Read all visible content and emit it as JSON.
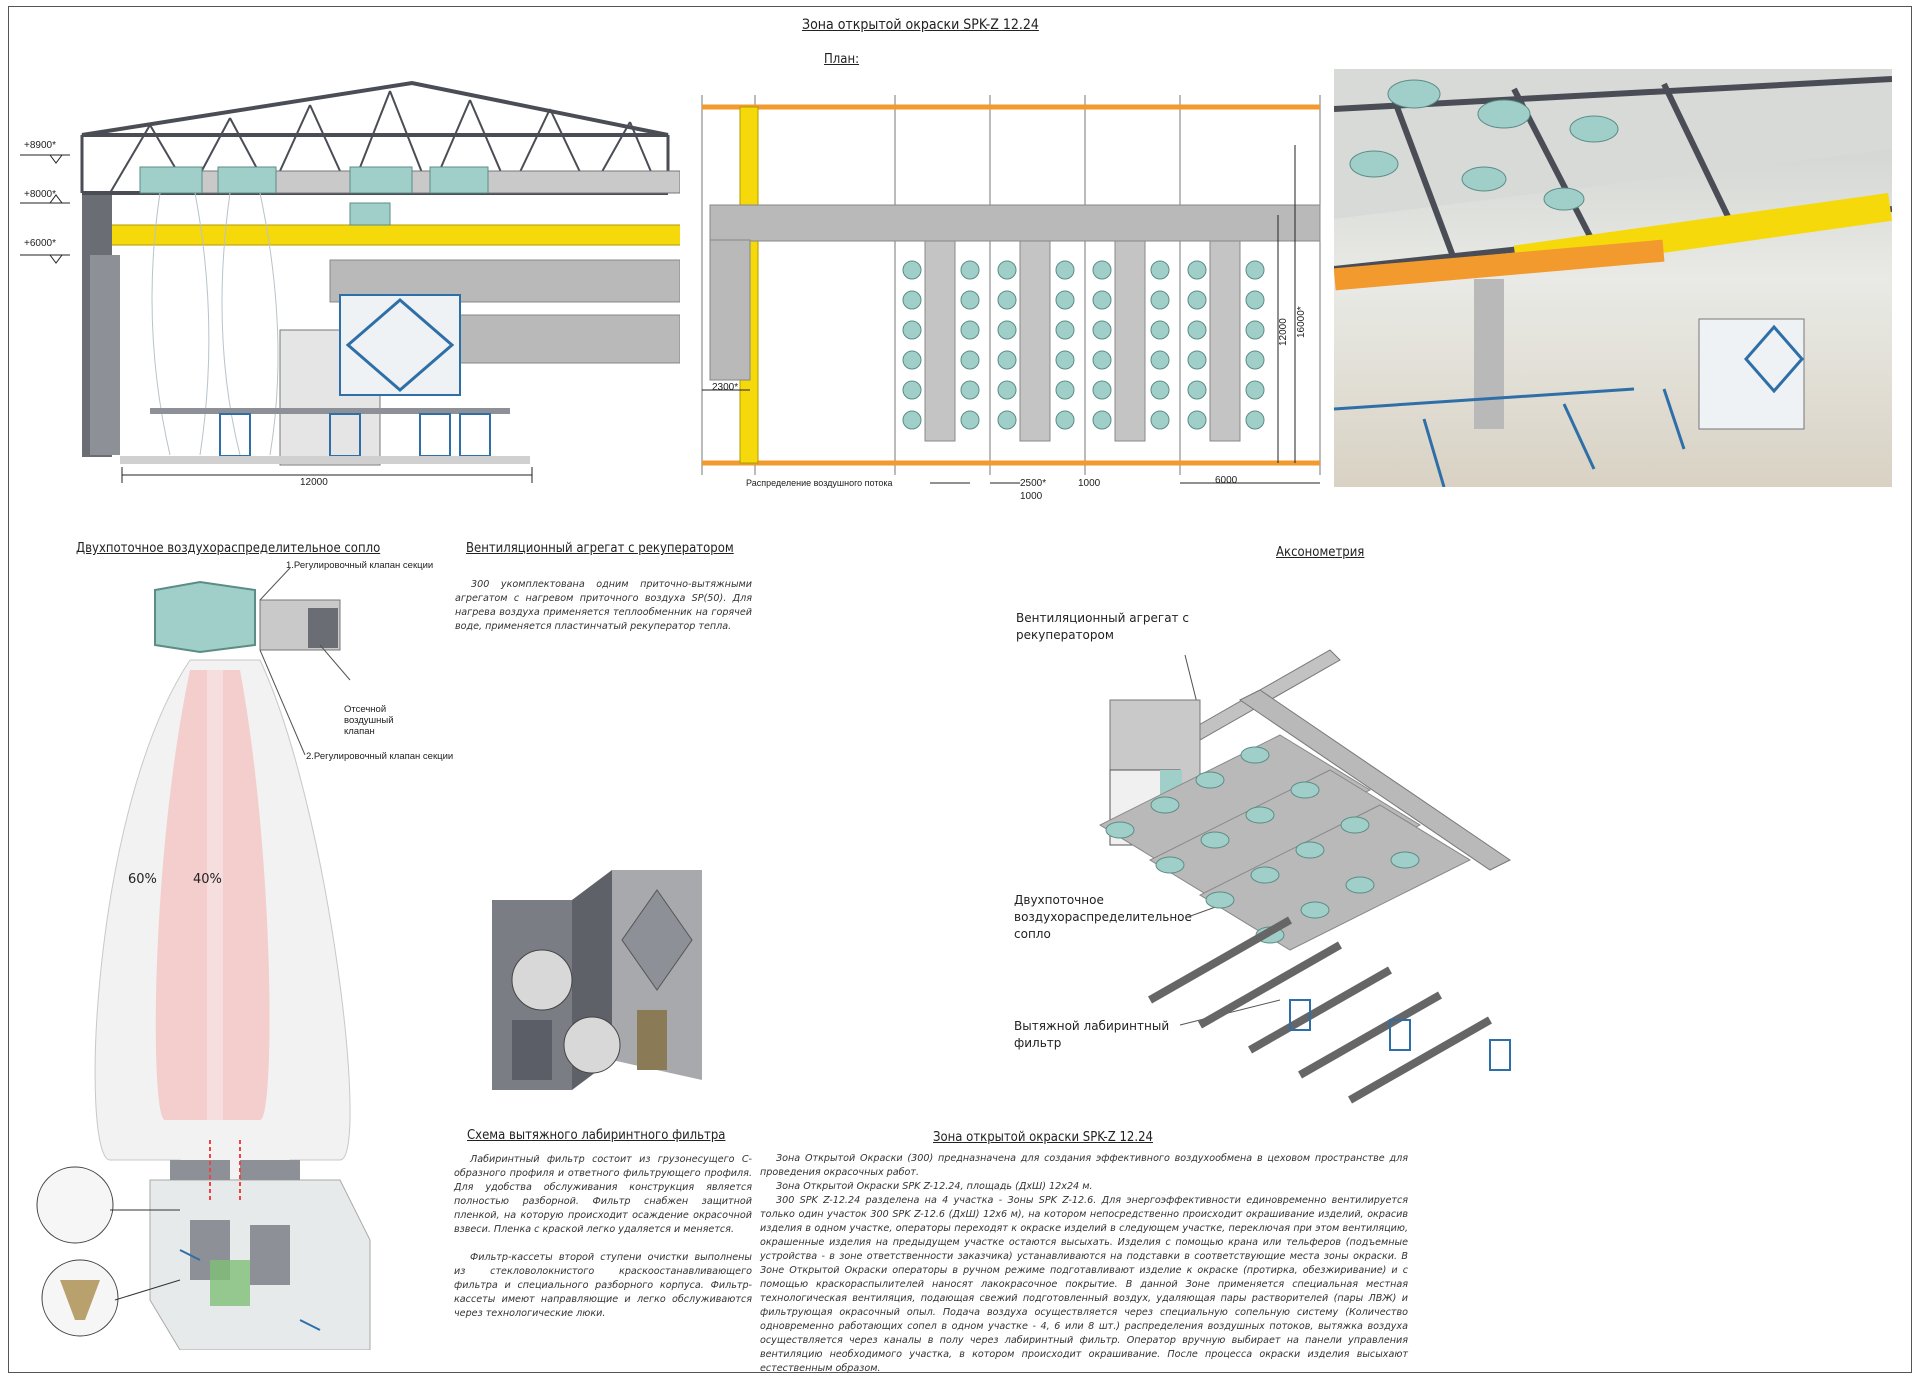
{
  "main_title": "Зона открытой окраски SPK-Z 12.24",
  "plan_title": "План:",
  "elevation": {
    "levels": [
      "+8900*",
      "+8000*",
      "+6000*"
    ],
    "width_dim": "12000"
  },
  "plan": {
    "dims": {
      "left": "2300*",
      "step": "2500*",
      "gap1": "1000",
      "gap2": "1000",
      "right": "6000",
      "height1": "12000",
      "height2": "16000*"
    },
    "caption": "Распределение воздушного потока"
  },
  "nozzle": {
    "title": "Двухпоточное воздухораспределительное сопло",
    "labels": [
      "1.Регулировочный клапан секции",
      "Отсечной воздушный клапан",
      "2.Регулировочный клапан секции"
    ],
    "split": [
      "60%",
      "40%"
    ]
  },
  "ventilation": {
    "title": "Вентиляционный агрегат с рекуператором",
    "text": "300 укомплектована одним приточно-вытяжными агрегатом с нагревом приточного воздуха SP(50). Для нагрева воздуха применяется теплообменник на горячей воде, применяется пластинчатый рекуператор тепла."
  },
  "axonometry": {
    "title": "Аксонометрия",
    "labels": [
      "Вентиляционный агрегат с рекуператором",
      "Двухпоточное воздухораспределительное сопло",
      "Вытяжной лабиринтный фильтр"
    ]
  },
  "filter": {
    "title": "Схема вытяжного лабиринтного фильтра",
    "paragraphs": [
      "Лабиринтный фильтр состоит из грузонесущего С-образного профиля и ответного фильтрующего профиля. Для удобства обслуживания конструкция является полностью разборной. Фильтр снабжен защитной пленкой, на которую происходит осаждение окрасочной взвеси. Пленка с краской легко удаляется и меняется.",
      "Фильтр-кассеты второй ступени очистки выполнены из стекловолокнистого краскоостанавливающего фильтра и специального разборного корпуса. Фильтр-кассеты имеют направляющие и легко обслуживаются через технологические люки."
    ]
  },
  "zone": {
    "title": "Зона открытой окраски SPK-Z 12.24",
    "paragraphs": [
      "Зона Открытой Окраски (300) предназначена для создания эффективного воздухообмена в цеховом пространстве для проведения окрасочных работ.",
      "Зона Открытой Окраски SPK Z-12.24, площадь (ДхШ) 12х24 м.",
      "300 SPK Z-12.24 разделена на 4 участка - Зоны SPK Z-12.6. Для энергоэффективности единовременно вентилируется только один участок 300 SPK Z-12.6 (ДхШ) 12х6 м), на котором непосредственно происходит окрашивание изделий, окрасив изделия в одном участке, операторы переходят к окраске изделий в следующем участке, переключая при этом вентиляцию, окрашенные изделия на предыдущем участке остаются высыхать. Изделия с помощью крана или тельферов (подъемные устройства - в зоне ответственности заказчика) устанавливаются на подставки в соответствующие места зоны окраски. В Зоне Открытой Окраски операторы в ручном режиме подготавливают изделие к окраске (протирка, обезжиривание) и с помощью краскораспылителей наносят лакокрасочное покрытие. В данной Зоне применяется специальная местная технологическая вентиляция, подающая свежий подготовленный воздух, удаляющая пары растворителей (пары ЛВЖ) и фильтрующая окрасочный опыл. Подача воздуха осуществляется через специальную сопельную систему (Количество одновременно работающих сопел в одном участке - 4, 6 или 8 шт.) распределения воздушных потоков, вытяжка воздуха осуществляется через каналы в полу через лабиринтный фильтр. Оператор вручную выбирает на панели управления вентиляцию необходимого участка, в котором происходит окрашивание. После процесса окраски изделия высыхают естественным образом."
    ]
  },
  "colors": {
    "teal": "#9fcfc8",
    "yellow": "#f5d90a",
    "orange": "#f39a2e",
    "duct": "#b9b9b9",
    "frame": "#4a4d55",
    "red": "#e77070",
    "blue": "#2f6fa7"
  }
}
